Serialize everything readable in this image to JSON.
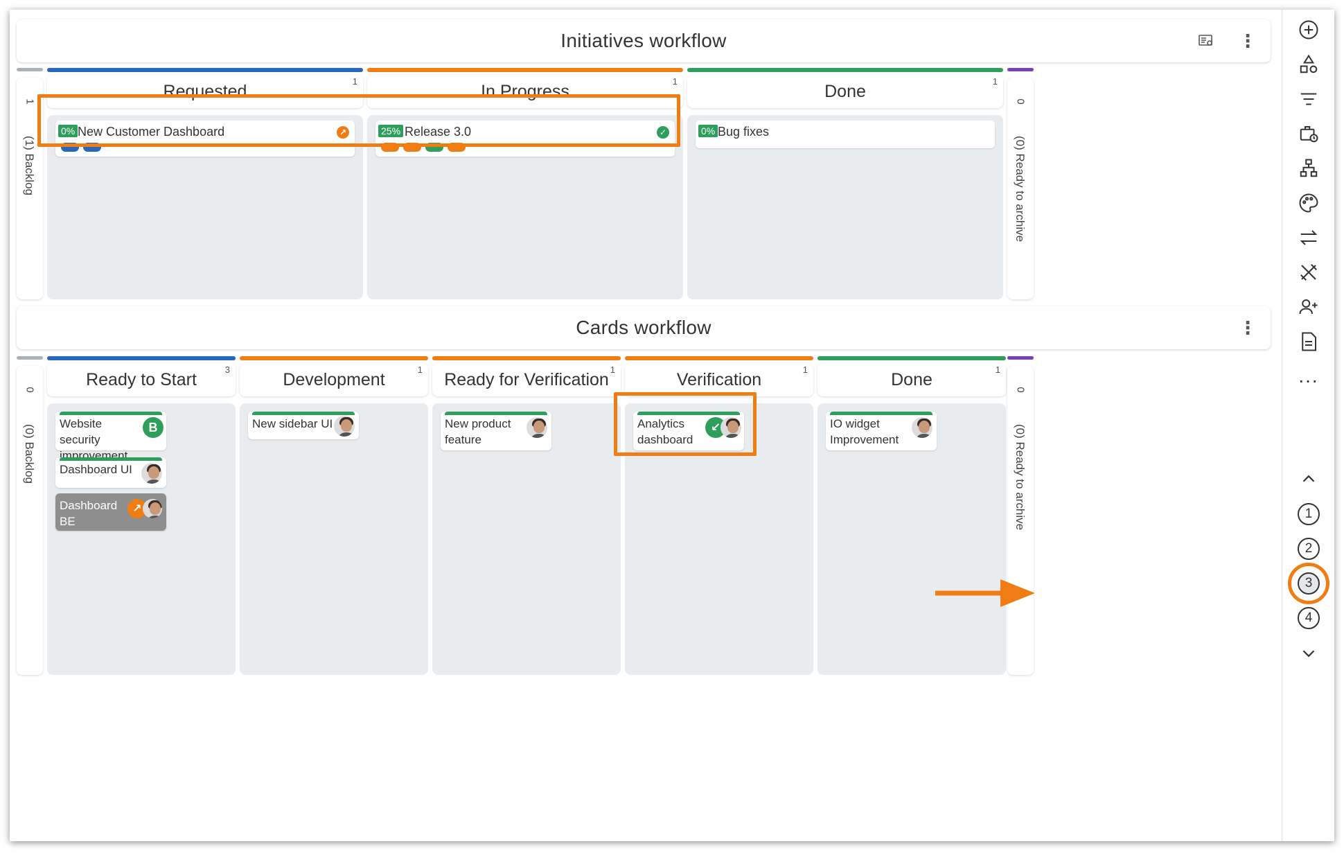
{
  "colors": {
    "orange": "#f07d14",
    "blue": "#2867b9",
    "green": "#2e9e5b",
    "purple": "#7b3fbf",
    "grey": "#a9b3bb"
  },
  "initiatives": {
    "title": "Initiatives workflow",
    "left_count": "1",
    "left_label": "(1) Backlog",
    "right_count": "0",
    "right_label": "(0) Ready to archive",
    "columns": [
      {
        "name": "Requested",
        "count": "1",
        "card": {
          "pct": "0%",
          "title": "New Customer Dashboard",
          "status_icon": "arrow-up-right-icon"
        }
      },
      {
        "name": "In Progress",
        "count": "1",
        "card": {
          "pct": "25%",
          "title": "Release 3.0",
          "status_icon": "check-icon"
        }
      },
      {
        "name": "Done",
        "count": "1",
        "card": {
          "pct": "0%",
          "title": "Bug fixes"
        }
      }
    ]
  },
  "cards": {
    "title": "Cards workflow",
    "left_count": "0",
    "left_label": "(0) Backlog",
    "right_count": "0",
    "right_label": "(0) Ready to archive",
    "columns": [
      {
        "name": "Ready to Start",
        "count": "3",
        "items": [
          {
            "title": "Website security improvement",
            "badge": "B"
          },
          {
            "title": "Dashboard UI"
          },
          {
            "title": "Dashboard BE"
          }
        ]
      },
      {
        "name": "Development",
        "count": "1",
        "items": [
          {
            "title": "New sidebar UI"
          }
        ]
      },
      {
        "name": "Ready for Verification",
        "count": "1",
        "items": [
          {
            "title": "New product feature"
          }
        ]
      },
      {
        "name": "Verification",
        "count": "1",
        "items": [
          {
            "title": "Analytics dashboard"
          }
        ]
      },
      {
        "name": "Done",
        "count": "1",
        "items": [
          {
            "title": "IO widget Improvement"
          }
        ]
      }
    ]
  },
  "sidebar": {
    "icons": [
      "add-circle-icon",
      "shapes-icon",
      "filter-icon",
      "briefcase-clock-icon",
      "hierarchy-icon",
      "palette-icon",
      "swap-icon",
      "tools-icon",
      "add-user-icon",
      "document-icon",
      "more-icon"
    ],
    "levels": [
      "1",
      "2",
      "3",
      "4"
    ],
    "active_level": "3",
    "more": "..."
  }
}
